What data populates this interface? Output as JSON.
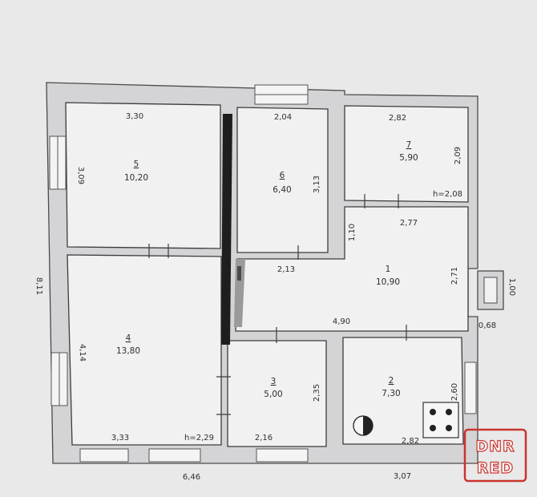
{
  "rooms": [
    {
      "number": "5",
      "area": "10,20"
    },
    {
      "number": "6",
      "area": "6,40"
    },
    {
      "number": "7",
      "area": "5,90"
    },
    {
      "number": "1",
      "area": "10,90"
    },
    {
      "number": "4",
      "area": "13,80"
    },
    {
      "number": "3",
      "area": "5,00"
    },
    {
      "number": "2",
      "area": "7,30"
    }
  ],
  "dimensions": {
    "r5_width": "3,30",
    "r5_height": "3,09",
    "r6_width": "2,04",
    "r6_height": "3,13",
    "r7_width": "2,82",
    "r7_height": "2,09",
    "r7_ceiling": "h=2,08",
    "r1_top": "2,77",
    "r1_left": "1,10",
    "r1_right": "2,71",
    "r1_bottom": "4,90",
    "r1_notch": "2,13",
    "r4_height": "4,14",
    "r4_width": "3,33",
    "r4_ceiling": "h=2,29",
    "r3_width": "2,16",
    "r3_height": "2,35",
    "r2_width": "2,82",
    "r2_height": "2,60",
    "overall_height": "8,11",
    "overall_bottom_left": "6,46",
    "overall_bottom_right": "3,07",
    "porch_width": "1,00",
    "porch_depth": "0,68"
  },
  "watermark": {
    "line1": "DNR",
    "line2": "RED"
  }
}
